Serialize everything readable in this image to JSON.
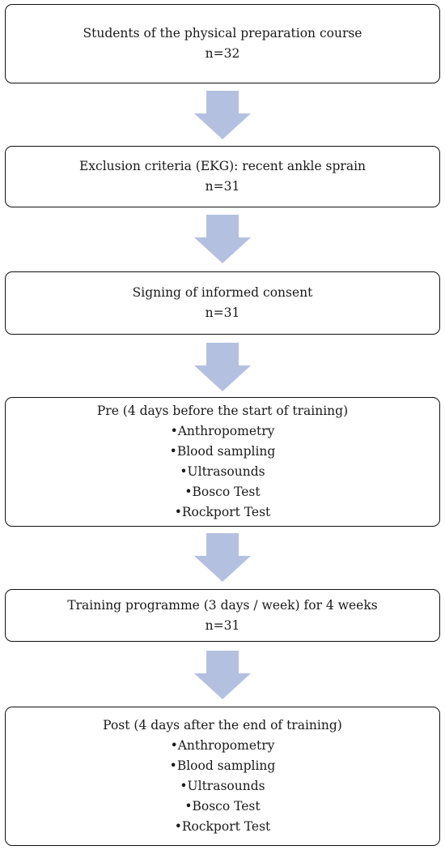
{
  "colors": {
    "arrow": "#b4c0e0",
    "border": "#111111"
  },
  "steps": [
    {
      "title": "Students of the physical preparation course",
      "n": "n=32"
    },
    {
      "title": "Exclusion criteria (EKG): recent ankle sprain",
      "n": "n=31"
    },
    {
      "title": "Signing of informed consent",
      "n": "n=31"
    },
    {
      "title": "Pre (4 days before the start of training)",
      "items": [
        "•Anthropometry",
        "•Blood sampling",
        "•Ultrasounds",
        "•Bosco Test",
        "•Rockport Test"
      ]
    },
    {
      "title": "Training programme (3 days / week) for 4 weeks",
      "n": "n=31"
    },
    {
      "title": "Post (4 days after the end of training)",
      "items": [
        "•Anthropometry",
        "•Blood sampling",
        "•Ultrasounds",
        "•Bosco Test",
        "•Rockport Test"
      ]
    }
  ]
}
